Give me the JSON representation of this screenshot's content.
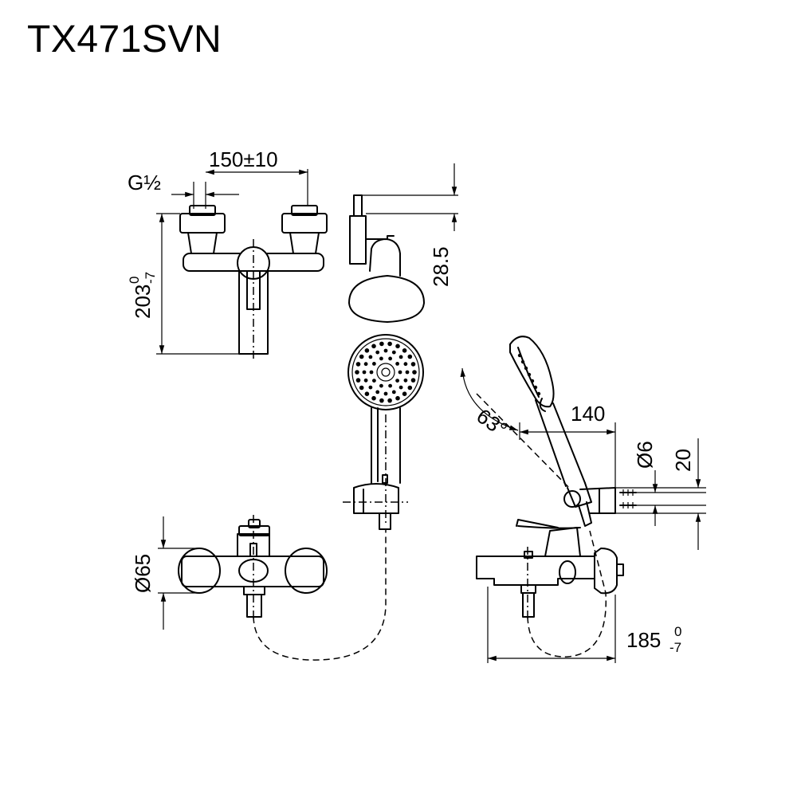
{
  "title": "TX471SVN",
  "dimensions": {
    "thread": "G½",
    "centers": "150±10",
    "height_main": "203",
    "height_tol_upper": "0",
    "height_tol_lower": "-7",
    "holder_offset": "28.5",
    "angle": "63°",
    "reach_handheld": "140",
    "dia_pin": "Ø6",
    "holder_height": "20",
    "dia_flange": "Ø65",
    "depth_main": "185",
    "depth_tol_upper": "0",
    "depth_tol_lower": "-7"
  }
}
